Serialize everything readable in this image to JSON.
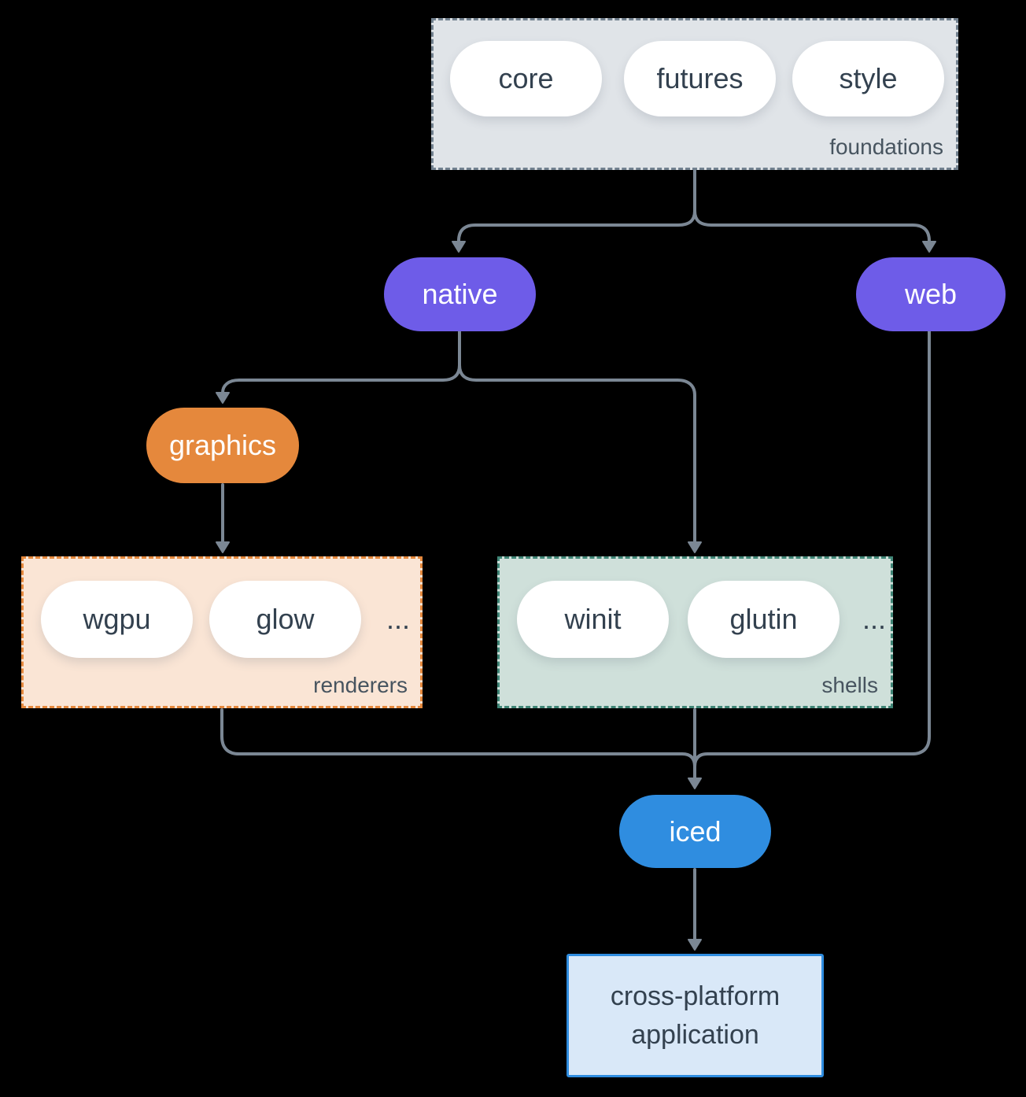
{
  "diagram": {
    "background": "#000000",
    "line_color": "#7b8794",
    "pill_text_color": "#33414f",
    "groups": {
      "foundations": {
        "label": "foundations",
        "fill": "#e0e4e8",
        "border_color": "#72818f",
        "items": [
          "core",
          "futures",
          "style"
        ]
      },
      "renderers": {
        "label": "renderers",
        "fill": "#fae5d5",
        "border_color": "#e5883c",
        "items": [
          "wgpu",
          "glow"
        ],
        "ellipsis": "..."
      },
      "shells": {
        "label": "shells",
        "fill": "#cfe0da",
        "border_color": "#3f8576",
        "items": [
          "winit",
          "glutin"
        ],
        "ellipsis": "..."
      }
    },
    "nodes": {
      "native": {
        "label": "native",
        "fill": "#6e5ce8",
        "text_color": "#ffffff"
      },
      "web": {
        "label": "web",
        "fill": "#6e5ce8",
        "text_color": "#ffffff"
      },
      "graphics": {
        "label": "graphics",
        "fill": "#e5883c",
        "text_color": "#ffffff"
      },
      "iced": {
        "label": "iced",
        "fill": "#2f8de0",
        "text_color": "#ffffff"
      },
      "application": {
        "lines": [
          "cross-platform",
          "application"
        ],
        "fill": "#d9e8f8",
        "border_color": "#2f8de0"
      }
    }
  }
}
